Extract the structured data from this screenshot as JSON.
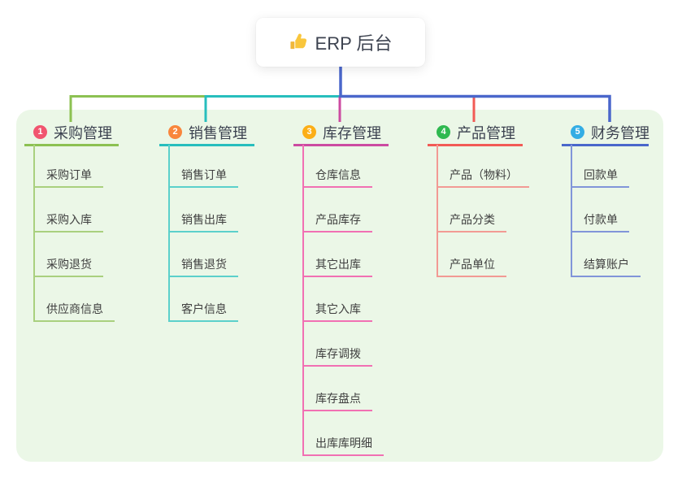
{
  "root": {
    "title": "ERP 后台",
    "icon": "thumbs-up-icon"
  },
  "branches": [
    {
      "num": "1",
      "title": "采购管理",
      "badge_color": "#F1556F",
      "line_color": "#8CC152",
      "child_line_color": "#A9D07E",
      "children": [
        "采购订单",
        "采购入库",
        "采购退货",
        "供应商信息"
      ]
    },
    {
      "num": "2",
      "title": "销售管理",
      "badge_color": "#F9863C",
      "line_color": "#27BEBD",
      "child_line_color": "#5BD0CB",
      "children": [
        "销售订单",
        "销售出库",
        "销售退货",
        "客户信息"
      ]
    },
    {
      "num": "3",
      "title": "库存管理",
      "badge_color": "#FCAF17",
      "line_color": "#CC4BA1",
      "child_line_color": "#F170B3",
      "children": [
        "仓库信息",
        "产品库存",
        "其它出库",
        "其它入库",
        "库存调拨",
        "库存盘点",
        "出库库明细"
      ]
    },
    {
      "num": "4",
      "title": "产品管理",
      "badge_color": "#2FB950",
      "line_color": "#F25B55",
      "child_line_color": "#F29A94",
      "children": [
        "产品（物料）",
        "产品分类",
        "产品单位"
      ]
    },
    {
      "num": "5",
      "title": "财务管理",
      "badge_color": "#33ADE4",
      "line_color": "#4A67CB",
      "child_line_color": "#8195D9",
      "children": [
        "回款单",
        "付款单",
        "结算账户"
      ]
    }
  ],
  "colors": {
    "canvas_bg": "#FFFFFF",
    "panel_bg": "#EBF7E7",
    "root_connector": "#4A67CB",
    "root_text": "#3D4350",
    "node_text": "#3F3F3F",
    "thumb_icon": "#F9C63C"
  }
}
